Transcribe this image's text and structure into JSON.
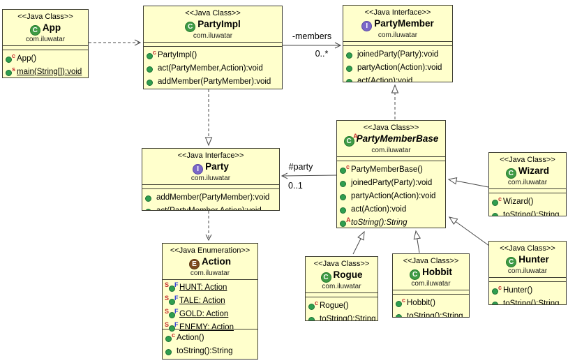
{
  "colors": {
    "box_fill": "#ffffcc",
    "box_border": "#3f3f33",
    "class_icon_green": "#3f9b45",
    "interface_icon_purple": "#7b68c8",
    "enum_icon_brown": "#7d4a1e",
    "method_icon_green": "#2f9e4f",
    "decorator_red": "#c62f2f",
    "decorator_blue": "#2b3bd6",
    "edge_color": "#474747"
  },
  "classes": [
    {
      "stereotype": "<<Java Class>>",
      "kind": "class",
      "icon": "C",
      "icon_dec": "",
      "name": "App",
      "package": "com.iluwatar",
      "fields": [],
      "methods": [
        {
          "dec": "c",
          "text": "App()"
        },
        {
          "dec": "s",
          "text": "main(String[]):void"
        }
      ]
    },
    {
      "stereotype": "<<Java Class>>",
      "kind": "class",
      "icon": "C",
      "icon_dec": "",
      "name": "PartyImpl",
      "package": "com.iluwatar",
      "fields": [],
      "methods": [
        {
          "dec": "c",
          "text": "PartyImpl()"
        },
        {
          "dec": "",
          "text": "act(PartyMember,Action):void"
        },
        {
          "dec": "",
          "text": "addMember(PartyMember):void"
        }
      ]
    },
    {
      "stereotype": "<<Java Interface>>",
      "kind": "interface",
      "icon": "I",
      "icon_dec": "",
      "name": "PartyMember",
      "package": "com.iluwatar",
      "fields": [],
      "methods": [
        {
          "dec": "",
          "text": "joinedParty(Party):void"
        },
        {
          "dec": "",
          "text": "partyAction(Action):void"
        },
        {
          "dec": "",
          "text": "act(Action):void"
        }
      ]
    },
    {
      "stereotype": "<<Java Interface>>",
      "kind": "interface",
      "icon": "I",
      "icon_dec": "",
      "name": "Party",
      "package": "com.iluwatar",
      "fields": [],
      "methods": [
        {
          "dec": "",
          "text": "addMember(PartyMember):void"
        },
        {
          "dec": "",
          "text": "act(PartyMember,Action):void"
        }
      ]
    },
    {
      "stereotype": "<<Java Class>>",
      "kind": "abstract-class",
      "icon": "C",
      "icon_dec": "A",
      "name": "PartyMemberBase",
      "package": "com.iluwatar",
      "fields": [],
      "methods": [
        {
          "dec": "c",
          "text": "PartyMemberBase()"
        },
        {
          "dec": "",
          "text": "joinedParty(Party):void"
        },
        {
          "dec": "",
          "text": "partyAction(Action):void"
        },
        {
          "dec": "",
          "text": "act(Action):void"
        },
        {
          "dec": "A",
          "text": "toString():String"
        }
      ]
    },
    {
      "stereotype": "<<Java Class>>",
      "kind": "class",
      "icon": "C",
      "icon_dec": "",
      "name": "Wizard",
      "package": "com.iluwatar",
      "fields": [],
      "methods": [
        {
          "dec": "c",
          "text": "Wizard()"
        },
        {
          "dec": "",
          "text": "toString():String"
        }
      ]
    },
    {
      "stereotype": "<<Java Class>>",
      "kind": "class",
      "icon": "C",
      "icon_dec": "",
      "name": "Rogue",
      "package": "com.iluwatar",
      "fields": [],
      "methods": [
        {
          "dec": "c",
          "text": "Rogue()"
        },
        {
          "dec": "",
          "text": "toString():String"
        }
      ]
    },
    {
      "stereotype": "<<Java Class>>",
      "kind": "class",
      "icon": "C",
      "icon_dec": "",
      "name": "Hobbit",
      "package": "com.iluwatar",
      "fields": [],
      "methods": [
        {
          "dec": "c",
          "text": "Hobbit()"
        },
        {
          "dec": "",
          "text": "toString():String"
        }
      ]
    },
    {
      "stereotype": "<<Java Class>>",
      "kind": "class",
      "icon": "C",
      "icon_dec": "",
      "name": "Hunter",
      "package": "com.iluwatar",
      "fields": [],
      "methods": [
        {
          "dec": "c",
          "text": "Hunter()"
        },
        {
          "dec": "",
          "text": "toString():String"
        }
      ]
    },
    {
      "stereotype": "<<Java Enumeration>>",
      "kind": "enumeration",
      "icon": "E",
      "icon_dec": "",
      "name": "Action",
      "package": "com.iluwatar",
      "fields": [
        {
          "dec_left": "S",
          "dec_right": "F",
          "text": "HUNT: Action"
        },
        {
          "dec_left": "S",
          "dec_right": "F",
          "text": "TALE: Action"
        },
        {
          "dec_left": "S",
          "dec_right": "F",
          "text": "GOLD: Action"
        },
        {
          "dec_left": "S",
          "dec_right": "F",
          "text": "ENEMY: Action"
        }
      ],
      "methods": [
        {
          "dec": "c",
          "text": "Action()"
        },
        {
          "dec": "",
          "text": "toString():String"
        }
      ]
    }
  ],
  "edges": {
    "members_role": "-members",
    "members_multiplicity": "0..*",
    "party_role": "#party",
    "party_multiplicity": "0..1"
  }
}
